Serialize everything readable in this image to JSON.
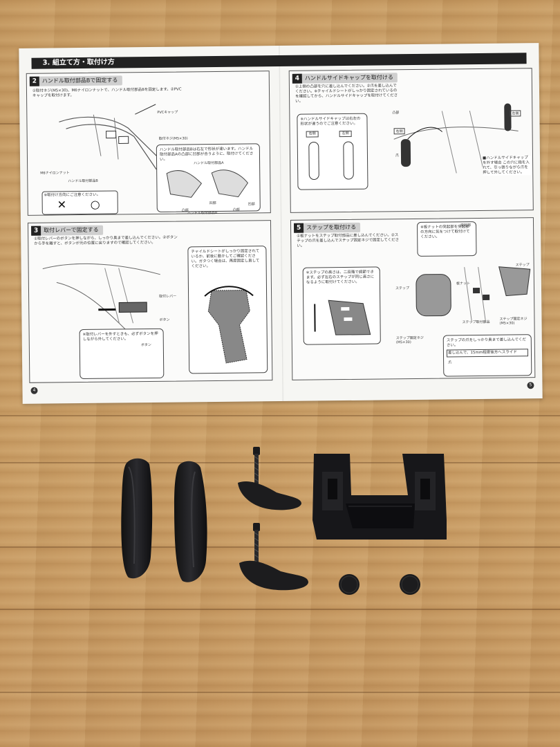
{
  "manual": {
    "section_title": "3. 組立て方・取付け方",
    "steps": [
      {
        "num": "2",
        "title": "ハンドル取付部品Bで固定する",
        "note": "①取付ネジ(M5×30)、M6ナイロンナットで、ハンドル取付部品Bを固定します。②PVCキャップを取付けます。",
        "labels": [
          "PVCキャップ",
          "取付ネジ(M5×30)",
          "M6ナイロンナット",
          "ハンドル取付部品B",
          "凸部",
          "凹部",
          "凸部",
          "凹部",
          "ハンドル取付部品A",
          "ハンドル取付部品B"
        ],
        "callout": "ハンドル取付部品Bは右左で形状が違います。ハンドル取付部品Aの凸部に凹部が合うように、取付けてください。",
        "caution": "※取付け方向にご注意ください。",
        "marks": [
          "✕",
          "○"
        ]
      },
      {
        "num": "3",
        "title": "取付レバーで固定する",
        "note": "①取付レバーのボタンを押しながら、しっかり奥まで差し込んでください。②ボタンから手を離すと、ボタンが元の位置に戻りますので確認してください。",
        "labels": [
          "取付レバー",
          "ボタン",
          "ボタン"
        ],
        "callout_left": "※取付レバーを外すときも、必ずボタンを押しながら外してください。",
        "callout_right": "チャイルドシートがしっかり固定されているか、前後に動かしてご確認ください。ガタつく場合は、再度固定し直してください。"
      },
      {
        "num": "4",
        "title": "ハンドルサイドキャップを取付ける",
        "note": "①上側の凸部を穴に差し込んでください。②爪を差し込んでください。※チャイルドシートがしっかり固定されているのを確認してから、ハンドルサイドキャップを取付けてください。",
        "labels": [
          "右側",
          "左側",
          "右側",
          "左側",
          "凸部",
          "爪"
        ],
        "callout": "※ハンドルサイドキャップは右左の形状が違うのでご注意ください。",
        "remove_note": "■ハンドルサイドキャップを外す場合 この穴に指を入れて、引っ張りながら爪を押して外してください。"
      },
      {
        "num": "5",
        "title": "ステップを取付ける",
        "note": "①板ナットをステップ取付部品に差し込んでください。②ステップの爪を差し込んでステップ固定ネジで固定してください。",
        "labels": [
          "板ナット",
          "ステップ",
          "ステップ取付部品",
          "ステップ",
          "ステップ固定ネジ(M5×30)",
          "ステップ固定ネジ(M5×30)",
          "爪",
          "突起部"
        ],
        "callout_top": "※板ナットの突起部を突起部の方向に気をつけて取付けてください。",
        "callout_left": "※ステップの高さは、二段階で調節できます。必ず左右のステップが同じ高さになるように取付けてください。",
        "callout_right": "ステップの爪をしっかり奥まで差し込んでください。",
        "slide_hint": "差し込んで、15mm程度後方へスライド"
      }
    ],
    "page_numbers": [
      "4",
      "5"
    ]
  },
  "parts": [
    {
      "name": "handle-side-cap-right"
    },
    {
      "name": "handle-side-cap-left"
    },
    {
      "name": "handle-mount-part-b-upper"
    },
    {
      "name": "handle-mount-part-b-lower"
    },
    {
      "name": "step-bracket"
    },
    {
      "name": "pvc-cap-1"
    },
    {
      "name": "pvc-cap-2"
    }
  ],
  "colors": {
    "wood": "#c89c64",
    "paper": "#f6f6f3",
    "part_black": "#1c1c1e",
    "header_black": "#222222"
  }
}
